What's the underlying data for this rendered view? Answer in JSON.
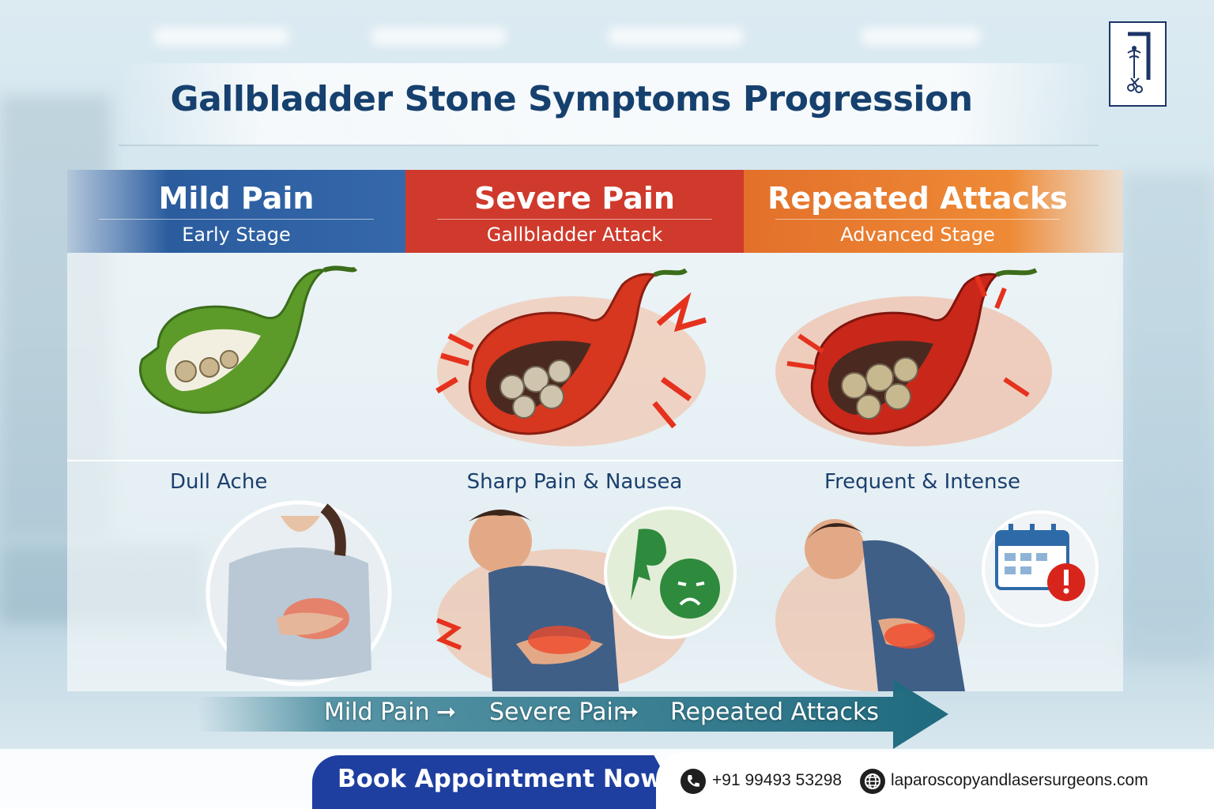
{
  "title": "Gallbladder Stone Symptoms Progression",
  "colors": {
    "title": "#16406e",
    "mild": "#2a5c9e",
    "severe": "#cf3a2c",
    "repeated": "#e3702a",
    "flow_arrow": "#2d7a8e",
    "book_button": "#1e3fa0"
  },
  "stages": [
    {
      "title": "Mild Pain",
      "subtitle": "Early Stage",
      "symptom": "Dull Ache",
      "icon": "gallbladder-green-icon",
      "person_icon": "woman-holding-abdomen-icon"
    },
    {
      "title": "Severe Pain",
      "subtitle": "Gallbladder Attack",
      "symptom": "Sharp Pain & Nausea",
      "icon": "gallbladder-inflamed-icon",
      "person_icon": "man-in-pain-icon",
      "badge_icon": "nausea-face-icon"
    },
    {
      "title": "Repeated Attacks",
      "subtitle": "Advanced Stage",
      "symptom": "Frequent & Intense",
      "icon": "gallbladder-red-icon",
      "person_icon": "man-bent-over-icon",
      "badge_icon": "calendar-alert-icon"
    }
  ],
  "flow": {
    "step1": "Mild Pain",
    "step2": "Severe Pain",
    "step3": "Repeated Attacks"
  },
  "footer": {
    "book_label": "Book Appointment Now",
    "phone": "+91 99493 53298",
    "website": "laparoscopyandlasersurgeons.com",
    "phone_icon": "phone-icon",
    "web_icon": "globe-icon"
  }
}
